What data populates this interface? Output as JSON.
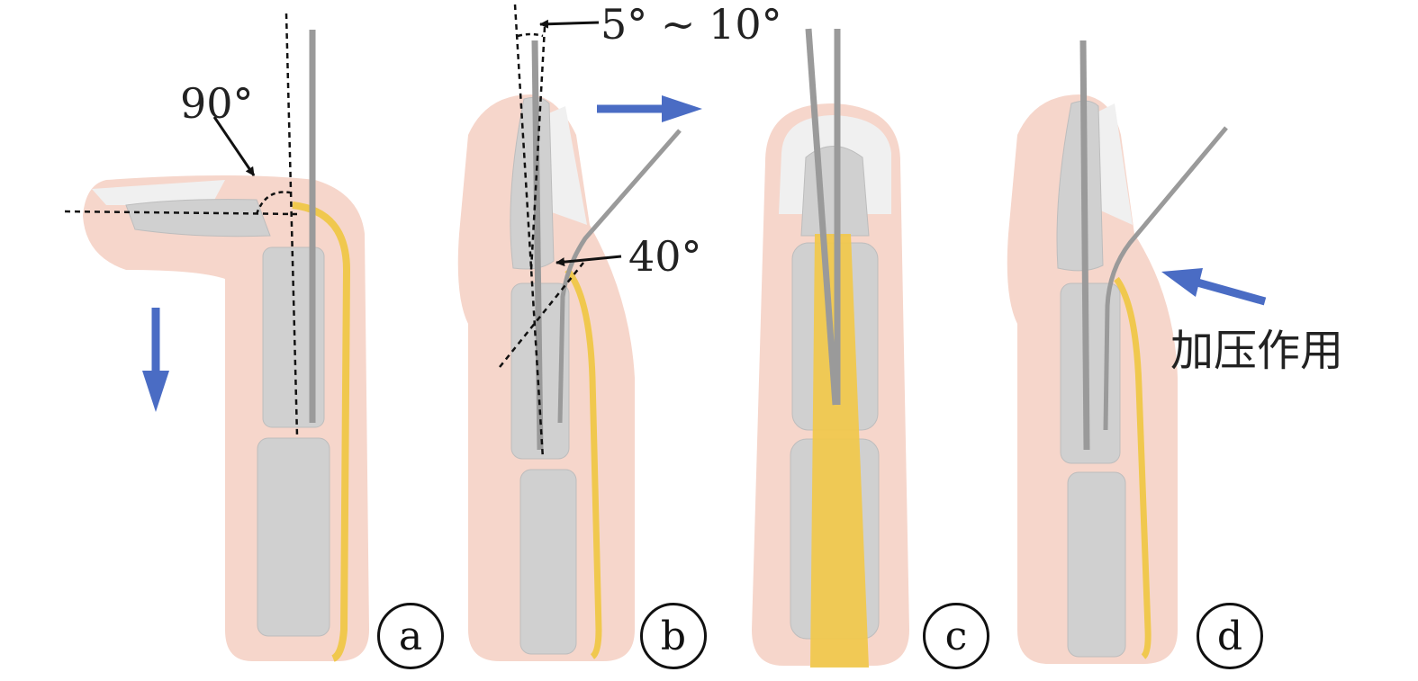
{
  "figure": {
    "panel_a": {
      "letter": "a",
      "angle_label": "90°"
    },
    "panel_b": {
      "letter": "b",
      "angle_top_label": "5° ~ 10°",
      "angle_joint_label": "40°"
    },
    "panel_c": {
      "letter": "c"
    },
    "panel_d": {
      "letter": "d",
      "pressure_label": "加压作用"
    }
  },
  "colors": {
    "skin": "#f6d6cb",
    "bone": "#d0d0d0",
    "bone_outline": "#bdbdbd",
    "tendon": "#f0c84e",
    "nail": "#f0f0f0",
    "pin": "#9a9a9a",
    "arrow_blue": "#4a6cc4"
  }
}
